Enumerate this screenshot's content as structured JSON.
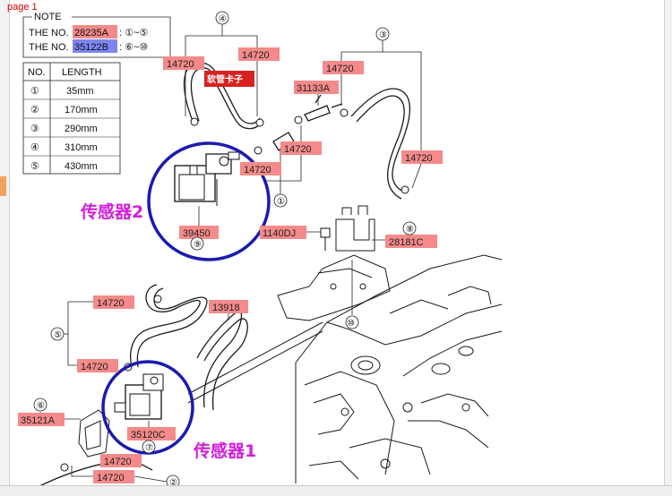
{
  "page_label": "page 1",
  "note": {
    "heading": "NOTE",
    "lines": [
      {
        "prefix": "THE NO.",
        "part": "28235A",
        "range": ": ①~⑤"
      },
      {
        "prefix": "THE NO.",
        "part": "35122B",
        "range": ": ⑥~⑩"
      }
    ]
  },
  "length_table": {
    "headers": [
      "NO.",
      "LENGTH"
    ],
    "rows": [
      {
        "no": "①",
        "length": "35mm"
      },
      {
        "no": "②",
        "length": "170mm"
      },
      {
        "no": "③",
        "length": "290mm"
      },
      {
        "no": "④",
        "length": "310mm"
      },
      {
        "no": "⑤",
        "length": "430mm"
      }
    ]
  },
  "part_labels": {
    "p14720_a": "14720",
    "p14720_b": "14720",
    "p14720_c": "14720",
    "p14720_d": "14720",
    "p14720_e": "14720",
    "p14720_f": "14720",
    "p14720_g": "14720",
    "p14720_h": "14720",
    "p14720_i": "14720",
    "p14720_j": "14720",
    "p31133A": "31133A",
    "p39450": "39450",
    "p1140DJ": "1140DJ",
    "p28181C": "28181C",
    "p13918": "13918",
    "p35121A": "35121A",
    "p35120C": "35120C"
  },
  "callouts": {
    "c1": "①",
    "c2": "②",
    "c3": "③",
    "c4": "④",
    "c5": "⑤",
    "c6": "⑥",
    "c7": "⑦",
    "c8": "⑧",
    "c9": "⑨",
    "c10": "⑩"
  },
  "annotations": {
    "hose_clamp_tag": "软管卡子",
    "sensor2": "传感器2",
    "sensor1": "传感器1"
  },
  "colors": {
    "part_highlight": "#f48a8a",
    "part_highlight_blue": "#7d86f0",
    "tag_red": "#d9221f",
    "sensor_circle": "#1b1bb0",
    "annotation_magenta": "#d21edb"
  }
}
